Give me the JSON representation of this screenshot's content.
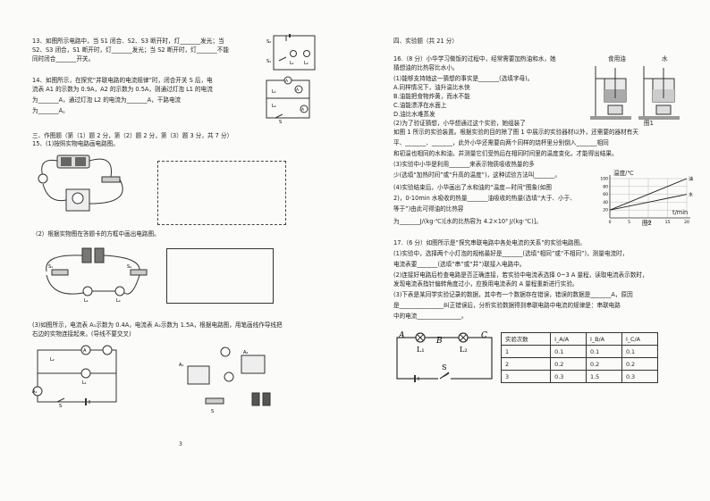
{
  "left": {
    "q13": [
      "13、如图所示电路中，当 S1 闭合、S2、S3 断开时，灯_______发光；当",
      "S2、S3 闭合，S1 断开时，灯_______发光；当 S2 断开时，灯_______不能",
      "同时闭合_______开关。"
    ],
    "q14": [
      "14、如图所示，在探究“并联电路的电流规律”时，闭合开关 S 后，电",
      "流表 A1 的示数为 0.9A，A2 的示数为 0.5A，则通过灯泡 L1 的电流",
      "为_______A，通过灯泡 L2 的电流为_______A，干路电流",
      "为_______A。"
    ],
    "section3": "三、作图题（第（1）题 2 分，第（2）题 2 分，第（3）题 3 分，共 7 分）",
    "q15_1": "15、(1)按照实物电路画电路图。",
    "q15_2": "（2）根据实物图在答题卡的方框中画出电路图。",
    "q15_3": [
      "(3)如图所示，电流表 A₁示数为 0.4A，电流表 A₂示数为 1.5A，根据电路图，用笔画线作导线把",
      "右边的实物连接起来。(导线不要交叉)"
    ],
    "page_number": "3",
    "fig_labels": {
      "s1": "S₁",
      "s2": "S₂",
      "s3": "S₃",
      "l1": "L₁",
      "l2": "L₂",
      "a1": "A₁",
      "a2": "A₂",
      "s": "S",
      "a": "A"
    }
  },
  "right": {
    "section4": "四、实验题（共 21 分）",
    "q16": [
      "16.（8 分）小华学习做饭的过程中，经常需要加热油和水，她",
      "猜想油的比热容比水小。",
      "(1)能够支持她这一猜想的事实是_______(选填字母)。",
      "A.同样情况下，油升温比水快",
      "B.油能把食物炸黄，而水不能",
      "C.油能漂浮在水面上",
      "D.油比水难蒸发",
      "(2)为了验证猜想，小华想通过这个实验，她组装了",
      "如图 1 所示的实验装置。根据实验的目的除了图 1 中展示的实验器材以外，还需要的器材有天",
      "平、_______、_______，此外小华还需要向两个同样的烧杯里分别倒入_______相同",
      "和初温也相同的水和油，并测量它们受热后在相同时间里的温度变化，才能得出结果。",
      "(3)实验中小华是利用_______来表示物质吸收热量的多",
      "少(选填“加热时间”或“升高的温度”)，这种试验方法叫_______。",
      "(4)实验结束后，小华画出了水和油的“温度—时间”图象(如图",
      "2)，0-10min 水吸收的热量_______油吸收的热量(选填“大于、小于、",
      "等于”)由此可得油的比热容",
      "为_______J/(kg·℃)[水的比热容为 4.2×10³ J/(kg·℃)]。"
    ],
    "q17": [
      "17.（6 分）如图所示是“探究串联电路中各处电流的关系”的实验电路图。",
      "(1)实验中，选择两个小灯泡的规格最好是_______(选填“相同”或“不相同”)，测量电流时，",
      "电流表要_______(选填“串”或“并”)联接入电路中。",
      "(2)连接好电路后检查电路是否正确连接，若实验中电流表选择 0~3 A 量程，读取电流表示数时，",
      "发现电流表指针偏转角度过小，应换用电流表的 A 量程重新进行实验。",
      "(3)下表是某同学实验记录的数据，其中有一个数据存在错误，错误的数据是_______A，原因",
      "是_______________纠正错误后，分析实验数据得到串联电路中电流的规律是：串联电路",
      "中的电流_______________。"
    ],
    "fig1": {
      "oil_label": "食用油",
      "water_label": "水",
      "caption": "图1"
    },
    "fig2": {
      "ylabel": "温度/℃",
      "xlabel": "t/min",
      "series_oil": "油",
      "series_water": "水",
      "caption": "图2",
      "yticks": [
        "100",
        "80",
        "60",
        "40",
        "20"
      ],
      "xticks": [
        "0",
        "5",
        "10",
        "15",
        "20"
      ]
    },
    "circuit": {
      "a": "A",
      "b": "B",
      "c": "C",
      "l1": "L₁",
      "l2": "L₂",
      "s": "S"
    },
    "table": {
      "headers": [
        "实验次数",
        "I_A/A",
        "I_B/A",
        "I_C/A"
      ],
      "rows": [
        [
          "1",
          "0.1",
          "0.1",
          "0.1"
        ],
        [
          "2",
          "0.2",
          "0.2",
          "0.2"
        ],
        [
          "3",
          "0.3",
          "1.5",
          "0.3"
        ]
      ]
    }
  },
  "chart_data": {
    "type": "line",
    "xlabel": "t/min",
    "ylabel": "温度/℃",
    "x": [
      0,
      5,
      10,
      15,
      20
    ],
    "xlim": [
      0,
      20
    ],
    "ylim": [
      0,
      100
    ],
    "series": [
      {
        "name": "油",
        "values": [
          20,
          40,
          60,
          80,
          100
        ]
      },
      {
        "name": "水",
        "values": [
          20,
          30,
          40,
          50,
          60
        ]
      }
    ]
  }
}
